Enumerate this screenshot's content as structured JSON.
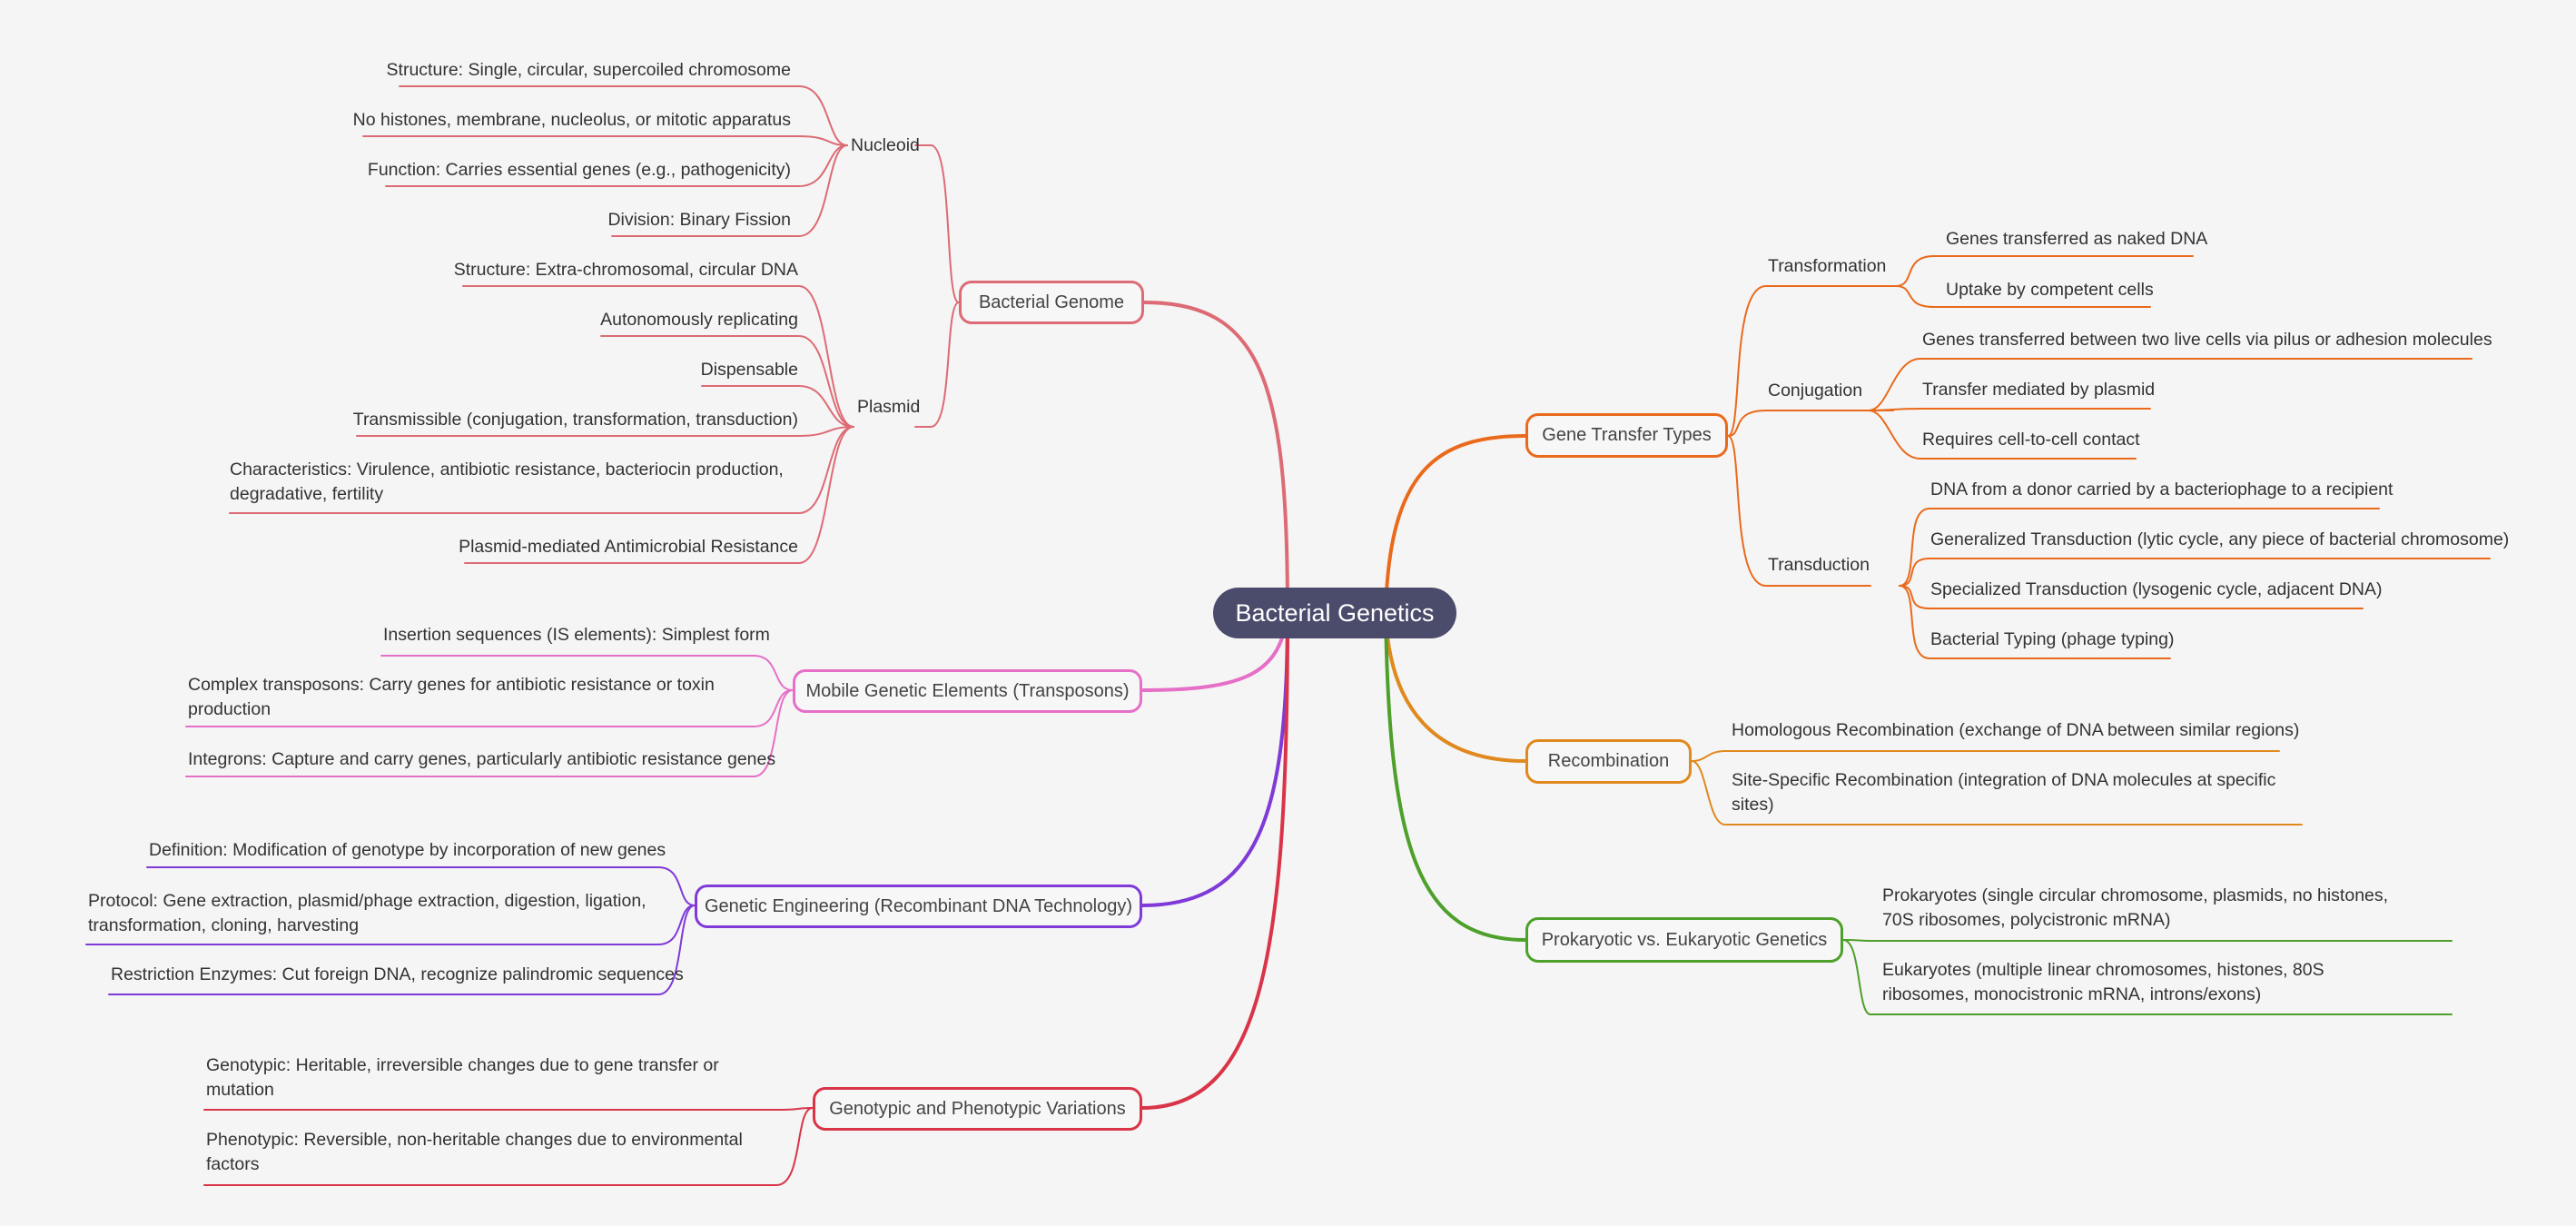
{
  "root": "Bacterial Genetics",
  "colors": {
    "bacterial_genome": "#dd6b75",
    "mobile": "#e66fc7",
    "genetic_engineering": "#7f3ad8",
    "variations": "#d93448",
    "gene_transfer": "#ea6a1c",
    "recombination": "#e0891e",
    "prok_euk": "#4da02a",
    "root_fill": "#4b4b6b"
  },
  "left": {
    "bacterial_genome": {
      "label": "Bacterial Genome",
      "nucleoid": {
        "label": "Nucleoid",
        "items": [
          "Structure: Single, circular, supercoiled chromosome",
          "No histones, membrane, nucleolus, or mitotic apparatus",
          "Function: Carries essential genes (e.g., pathogenicity)",
          "Division: Binary Fission"
        ]
      },
      "plasmid": {
        "label": "Plasmid",
        "items": [
          "Structure: Extra-chromosomal, circular DNA",
          "Autonomously replicating",
          "Dispensable",
          "Transmissible (conjugation, transformation, transduction)",
          "Characteristics: Virulence, antibiotic resistance, bacteriocin production, degradative, fertility",
          "Plasmid-mediated Antimicrobial Resistance"
        ]
      }
    },
    "mobile": {
      "label": "Mobile Genetic Elements (Transposons)",
      "items": [
        "Insertion sequences (IS elements): Simplest form",
        "Complex transposons: Carry genes for antibiotic resistance or toxin production",
        "Integrons: Capture and carry genes, particularly antibiotic resistance genes"
      ]
    },
    "genetic_engineering": {
      "label": "Genetic Engineering (Recombinant DNA Technology)",
      "items": [
        "Definition: Modification of genotype by incorporation of new genes",
        "Protocol: Gene extraction, plasmid/phage extraction, digestion, ligation, transformation, cloning, harvesting",
        "Restriction Enzymes: Cut foreign DNA, recognize palindromic sequences"
      ]
    },
    "variations": {
      "label": "Genotypic and Phenotypic Variations",
      "items": [
        "Genotypic: Heritable, irreversible changes due to gene transfer or mutation",
        "Phenotypic: Reversible, non-heritable changes due to environmental factors"
      ]
    }
  },
  "right": {
    "gene_transfer": {
      "label": "Gene Transfer Types",
      "transformation": {
        "label": "Transformation",
        "items": [
          "Genes transferred as naked DNA",
          "Uptake by competent cells"
        ]
      },
      "conjugation": {
        "label": "Conjugation",
        "items": [
          "Genes transferred between two live cells via pilus or adhesion molecules",
          "Transfer mediated by plasmid",
          "Requires cell-to-cell contact"
        ]
      },
      "transduction": {
        "label": "Transduction",
        "items": [
          "DNA from a donor carried by a bacteriophage to a recipient",
          "Generalized Transduction (lytic cycle, any piece of bacterial chromosome)",
          "Specialized Transduction (lysogenic cycle, adjacent DNA)",
          "Bacterial Typing (phage typing)"
        ]
      }
    },
    "recombination": {
      "label": "Recombination",
      "items": [
        "Homologous Recombination (exchange of DNA between similar regions)",
        "Site-Specific Recombination (integration of DNA molecules at specific sites)"
      ]
    },
    "prok_euk": {
      "label": "Prokaryotic vs. Eukaryotic Genetics",
      "items": [
        "Prokaryotes (single circular chromosome, plasmids, no histones, 70S ribosomes, polycistronic mRNA)",
        "Eukaryotes (multiple linear chromosomes, histones, 80S ribosomes, monocistronic mRNA, introns/exons)"
      ]
    }
  }
}
